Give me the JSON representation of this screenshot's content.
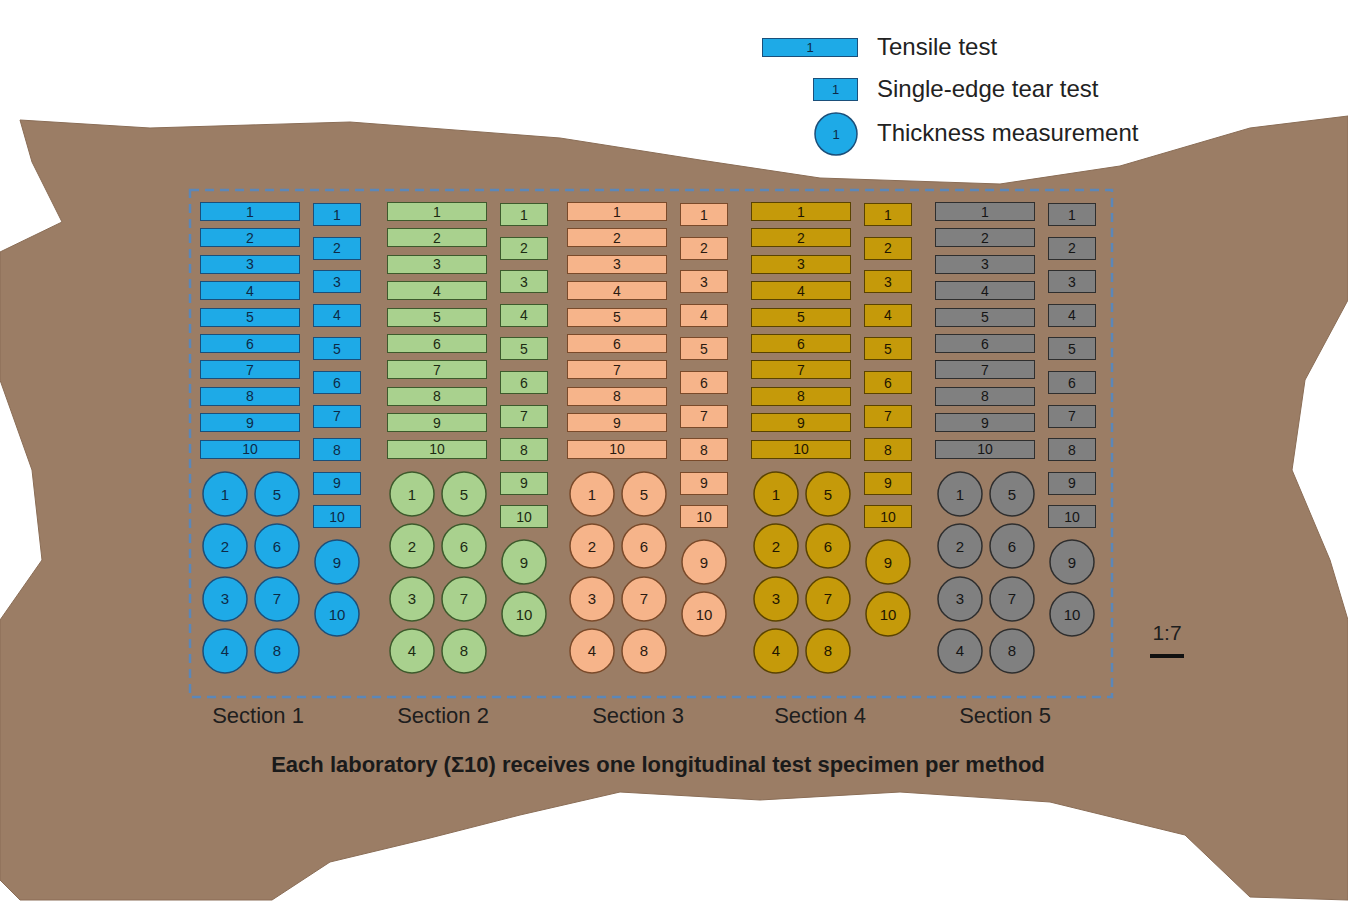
{
  "diagram": {
    "caption": "Each laboratory (Σ10) receives one longitudinal test specimen per method",
    "nodes": [
      {
        "text": [
          "1"
        ]
      },
      {
        "text": [
          "2"
        ]
      },
      {
        "text": [
          "3"
        ]
      },
      {
        "text": [
          "4"
        ]
      },
      {
        "text": [
          "5"
        ]
      },
      {
        "text": [
          "6"
        ]
      },
      {
        "text": [
          "7"
        ]
      },
      {
        "text": [
          "8"
        ]
      },
      {
        "text": [
          "9"
        ]
      },
      {
        "text": [
          "10"
        ]
      },
      {
        "text": [
          "1"
        ]
      },
      {
        "text": [
          "2"
        ]
      },
      {
        "text": [
          "3"
        ]
      },
      {
        "text": [
          "4"
        ]
      },
      {
        "text": [
          "5"
        ]
      },
      {
        "text": [
          "6"
        ]
      },
      {
        "text": [
          "7"
        ]
      },
      {
        "text": [
          "8"
        ]
      },
      {
        "text": [
          "9"
        ]
      },
      {
        "text": [
          "10"
        ]
      },
      {
        "text": [
          "1"
        ]
      },
      {
        "text": [
          "2"
        ]
      },
      {
        "text": [
          "3"
        ]
      },
      {
        "text": [
          "4"
        ]
      },
      {
        "text": [
          "5"
        ]
      },
      {
        "text": [
          "6"
        ]
      },
      {
        "text": [
          "7"
        ]
      },
      {
        "text": [
          "8"
        ]
      },
      {
        "text": [
          "9"
        ]
      },
      {
        "text": [
          "10"
        ]
      },
      {
        "text": [
          "1"
        ]
      },
      {
        "text": [
          "2"
        ]
      },
      {
        "text": [
          "3"
        ]
      },
      {
        "text": [
          "4"
        ]
      },
      {
        "text": [
          "5"
        ]
      },
      {
        "text": [
          "6"
        ]
      },
      {
        "text": [
          "7"
        ]
      },
      {
        "text": [
          "8"
        ]
      },
      {
        "text": [
          "9"
        ]
      },
      {
        "text": [
          "10"
        ]
      },
      {
        "text": [
          "1"
        ]
      },
      {
        "text": [
          "2"
        ]
      },
      {
        "text": [
          "3"
        ]
      },
      {
        "text": [
          "4"
        ]
      },
      {
        "text": [
          "5"
        ]
      },
      {
        "text": [
          "6"
        ]
      },
      {
        "text": [
          "7"
        ]
      },
      {
        "text": [
          "8"
        ]
      },
      {
        "text": [
          "9"
        ]
      },
      {
        "text": [
          "10"
        ]
      },
      {
        "text": [
          "1"
        ]
      },
      {
        "text": [
          "2"
        ]
      },
      {
        "text": [
          "3"
        ]
      },
      {
        "text": [
          "4"
        ]
      },
      {
        "text": [
          "5"
        ]
      },
      {
        "text": [
          "6"
        ]
      },
      {
        "text": [
          "7"
        ]
      },
      {
        "text": [
          "8"
        ]
      },
      {
        "text": [
          "9"
        ]
      },
      {
        "text": [
          "10"
        ]
      },
      {
        "text": [
          "1"
        ]
      },
      {
        "text": [
          "2"
        ]
      },
      {
        "text": [
          "3"
        ]
      },
      {
        "text": [
          "4"
        ]
      },
      {
        "text": [
          "5"
        ]
      },
      {
        "text": [
          "6"
        ]
      },
      {
        "text": [
          "7"
        ]
      },
      {
        "text": [
          "8"
        ]
      },
      {
        "text": [
          "9"
        ]
      },
      {
        "text": [
          "10"
        ]
      },
      {
        "text": [
          "1"
        ]
      },
      {
        "text": [
          "2"
        ]
      },
      {
        "text": [
          "3"
        ]
      },
      {
        "text": [
          "4"
        ]
      },
      {
        "text": [
          "5"
        ]
      },
      {
        "text": [
          "6"
        ]
      },
      {
        "text": [
          "7"
        ]
      },
      {
        "text": [
          "8"
        ]
      },
      {
        "text": [
          "9"
        ]
      },
      {
        "text": [
          "10"
        ]
      },
      {
        "text": [
          "1"
        ]
      },
      {
        "text": [
          "2"
        ]
      },
      {
        "text": [
          "3"
        ]
      },
      {
        "text": [
          "4"
        ]
      },
      {
        "text": [
          "5"
        ]
      },
      {
        "text": [
          "6"
        ]
      },
      {
        "text": [
          "7"
        ]
      },
      {
        "text": [
          "8"
        ]
      },
      {
        "text": [
          "9"
        ]
      },
      {
        "text": [
          "10"
        ]
      },
      {
        "text": [
          "1"
        ]
      },
      {
        "text": [
          "2"
        ]
      },
      {
        "text": [
          "3"
        ]
      },
      {
        "text": [
          "4"
        ]
      },
      {
        "text": [
          "5"
        ]
      },
      {
        "text": [
          "6"
        ]
      },
      {
        "text": [
          "7"
        ]
      },
      {
        "text": [
          "8"
        ]
      },
      {
        "text": [
          "9"
        ]
      },
      {
        "text": [
          "10"
        ]
      },
      {
        "text": [
          "1"
        ]
      },
      {
        "text": [
          "2"
        ]
      },
      {
        "text": [
          "3"
        ]
      },
      {
        "text": [
          "4"
        ]
      },
      {
        "text": [
          "5"
        ]
      },
      {
        "text": [
          "6"
        ]
      },
      {
        "text": [
          "7"
        ]
      },
      {
        "text": [
          "8"
        ]
      },
      {
        "text": [
          "9"
        ]
      },
      {
        "text": [
          "10"
        ]
      },
      {
        "text": [
          "1"
        ]
      },
      {
        "text": [
          "2"
        ]
      },
      {
        "text": [
          "3"
        ]
      },
      {
        "text": [
          "4"
        ]
      },
      {
        "text": [
          "5"
        ]
      },
      {
        "text": [
          "6"
        ]
      },
      {
        "text": [
          "7"
        ]
      },
      {
        "text": [
          "8"
        ]
      },
      {
        "text": [
          "9"
        ]
      },
      {
        "text": [
          "10"
        ]
      },
      {
        "text": [
          "1"
        ]
      },
      {
        "text": [
          "2"
        ]
      },
      {
        "text": [
          "3"
        ]
      },
      {
        "text": [
          "4"
        ]
      },
      {
        "text": [
          "5"
        ]
      },
      {
        "text": [
          "6"
        ]
      },
      {
        "text": [
          "7"
        ]
      },
      {
        "text": [
          "8"
        ]
      },
      {
        "text": [
          "9"
        ]
      },
      {
        "text": [
          "10"
        ]
      },
      {
        "text": [
          "1"
        ]
      },
      {
        "text": [
          "2"
        ]
      },
      {
        "text": [
          "3"
        ]
      },
      {
        "text": [
          "4"
        ]
      },
      {
        "text": [
          "5"
        ]
      },
      {
        "text": [
          "6"
        ]
      },
      {
        "text": [
          "7"
        ]
      },
      {
        "text": [
          "8"
        ]
      },
      {
        "text": [
          "9"
        ]
      },
      {
        "text": [
          "10"
        ]
      },
      {
        "text": [
          "1"
        ]
      },
      {
        "text": [
          "2"
        ]
      },
      {
        "text": [
          "3"
        ]
      },
      {
        "text": [
          "4"
        ]
      },
      {
        "text": [
          "5"
        ]
      },
      {
        "text": [
          "6"
        ]
      },
      {
        "text": [
          "7"
        ]
      },
      {
        "text": [
          "8"
        ]
      },
      {
        "text": [
          "9"
        ]
      },
      {
        "text": [
          "10"
        ]
      }
    ],
    "labels": [
      "1",
      "1",
      "1",
      "Section 1",
      "Section 2",
      "Section 3",
      "Section 4",
      "Section 5",
      "1:7"
    ],
    "legend": [
      {
        "text": "Tensile test",
        "color": "#1eaae7"
      },
      {
        "text": "Single-edge tear test",
        "color": "#1eaae7"
      },
      {
        "text": "Thickness measurement",
        "color": "#1eaae7"
      }
    ]
  }
}
